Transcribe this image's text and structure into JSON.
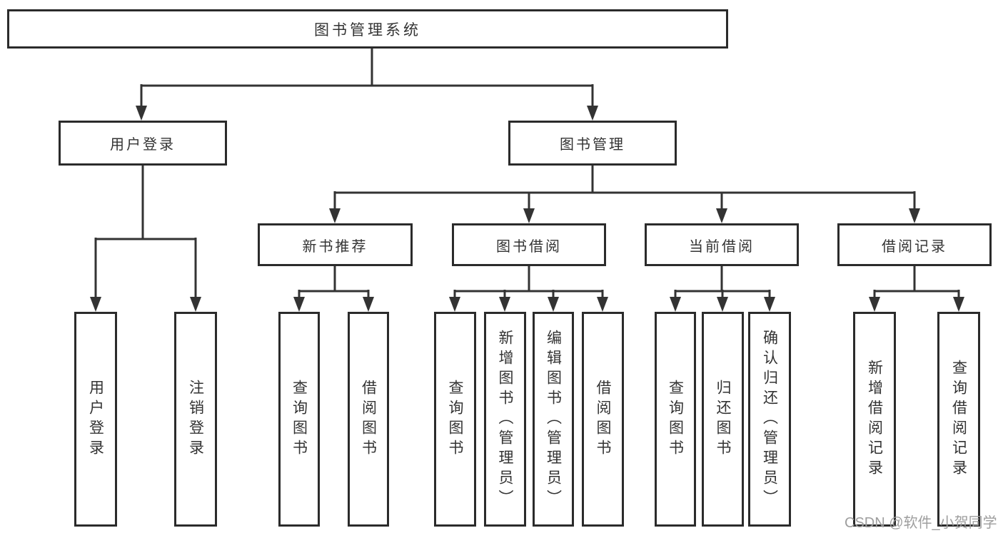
{
  "colors": {
    "background": "#ffffff",
    "line": "#333333",
    "box_border": "#2b2b2b",
    "text": "#333333",
    "watermark": "#9e9e9e"
  },
  "watermark": {
    "text": "CSDN @软件_小贺同学"
  },
  "tree": {
    "label": "图书管理系统",
    "children": [
      {
        "label": "用户登录",
        "children": [
          {
            "label": "用户登录"
          },
          {
            "label": "注销登录"
          }
        ]
      },
      {
        "label": "图书管理",
        "children": [
          {
            "label": "新书推荐",
            "children": [
              {
                "label": "查询图书"
              },
              {
                "label": "借阅图书"
              }
            ]
          },
          {
            "label": "图书借阅",
            "children": [
              {
                "label": "查询图书"
              },
              {
                "label": "新增图书（管理员）"
              },
              {
                "label": "编辑图书（管理员）"
              },
              {
                "label": "借阅图书"
              }
            ]
          },
          {
            "label": "当前借阅",
            "children": [
              {
                "label": "查询图书"
              },
              {
                "label": "归还图书"
              },
              {
                "label": "确认归还（管理员）"
              }
            ]
          },
          {
            "label": "借阅记录",
            "children": [
              {
                "label": "新增借阅记录"
              },
              {
                "label": "查询借阅记录"
              }
            ]
          }
        ]
      }
    ]
  }
}
